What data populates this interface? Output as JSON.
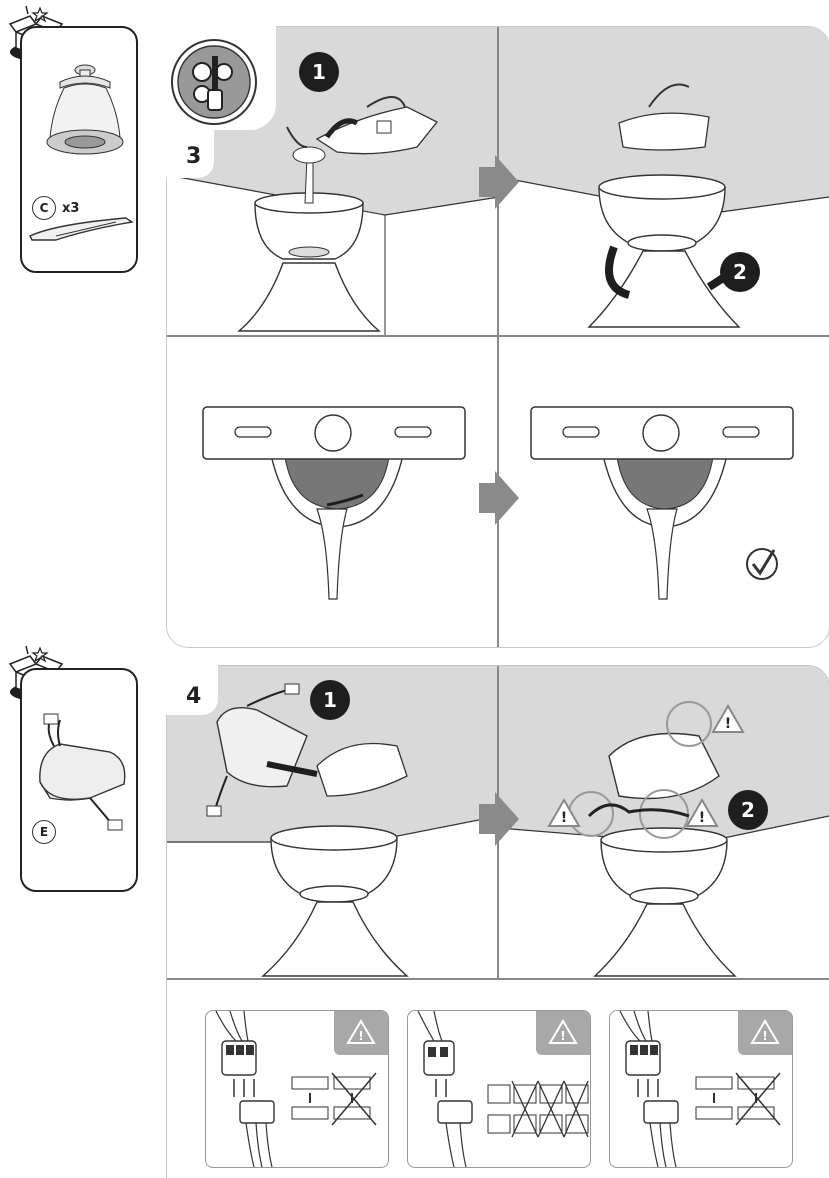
{
  "step3": {
    "number": "3",
    "badge1": "1",
    "badge2": "2",
    "part_label": "C",
    "part_qty": "x3"
  },
  "step4": {
    "number": "4",
    "badge1": "1",
    "badge2": "2",
    "part_label": "E"
  },
  "icons": {
    "tools": "tools-icon",
    "box": "open-box-icon",
    "warning": "warning-icon",
    "check": "checkmark-icon"
  },
  "warning_glyph": "!",
  "colors": {
    "ceiling": "#d9d9d9",
    "panel_border": "#c8c8c8",
    "arrow": "#8a8a8a",
    "badge": "#1e1e1e",
    "warning_tab": "#a8a8a8"
  }
}
